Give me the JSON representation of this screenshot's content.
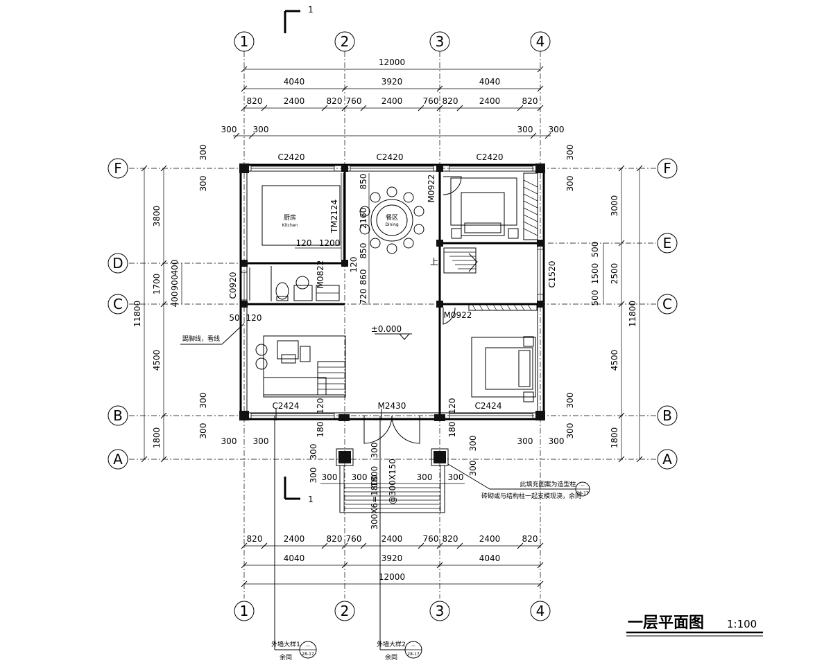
{
  "title": "一层平面图",
  "scale": "1:100",
  "section_mark": "1",
  "axes_vertical": [
    "1",
    "2",
    "3",
    "4"
  ],
  "axes_horizontal": [
    "F",
    "E",
    "D",
    "C",
    "B",
    "A"
  ],
  "dims": {
    "total": "12000",
    "bays": [
      "4040",
      "3920",
      "4040"
    ],
    "sub": [
      "820",
      "2400",
      "820",
      "760",
      "2400",
      "760",
      "820",
      "2400",
      "820"
    ],
    "offset300": "300",
    "left_total": "11800",
    "left_spans": [
      "3800",
      "1700",
      "4500",
      "1800"
    ],
    "left_small": [
      "400",
      "900",
      "400"
    ],
    "right_spans": [
      "3000",
      "2500",
      "4500",
      "1800"
    ],
    "right_small": [
      "500",
      "1500",
      "500"
    ],
    "wall_120": "120",
    "v_50": "50",
    "v_1200": "1200",
    "v_180": "180",
    "v_850": "850",
    "v_860": "860",
    "v_720": "720",
    "v_2160": "2160",
    "stair_width": "1800",
    "step_dims": "300X6=1800",
    "step_height": "@300X150"
  },
  "openings": {
    "window_top": "C2420",
    "window_bottom": "C2424",
    "door_main": "M2430",
    "door_bed": "M0922",
    "door_wc": "M0822",
    "window_wc": "C0920",
    "window_right": "C1520",
    "door_kitchen": "TM2124"
  },
  "rooms": {
    "kitchen_cn": "厨房",
    "kitchen_en": "Kitchen",
    "dining_cn": "餐区",
    "dining_en": "Dining"
  },
  "annotations": {
    "elevation": "±0.000",
    "up": "上",
    "skirting": "踢脚线，看线",
    "note_line1": "此填充图案为造型柱",
    "note_line2": "砖砌或与结构柱一起支模现浇，余同",
    "detail1": "外墙大样1",
    "detail2": "外墙大样2",
    "same": "余同",
    "ref_dash": "—",
    "ref_page": "28-17"
  }
}
